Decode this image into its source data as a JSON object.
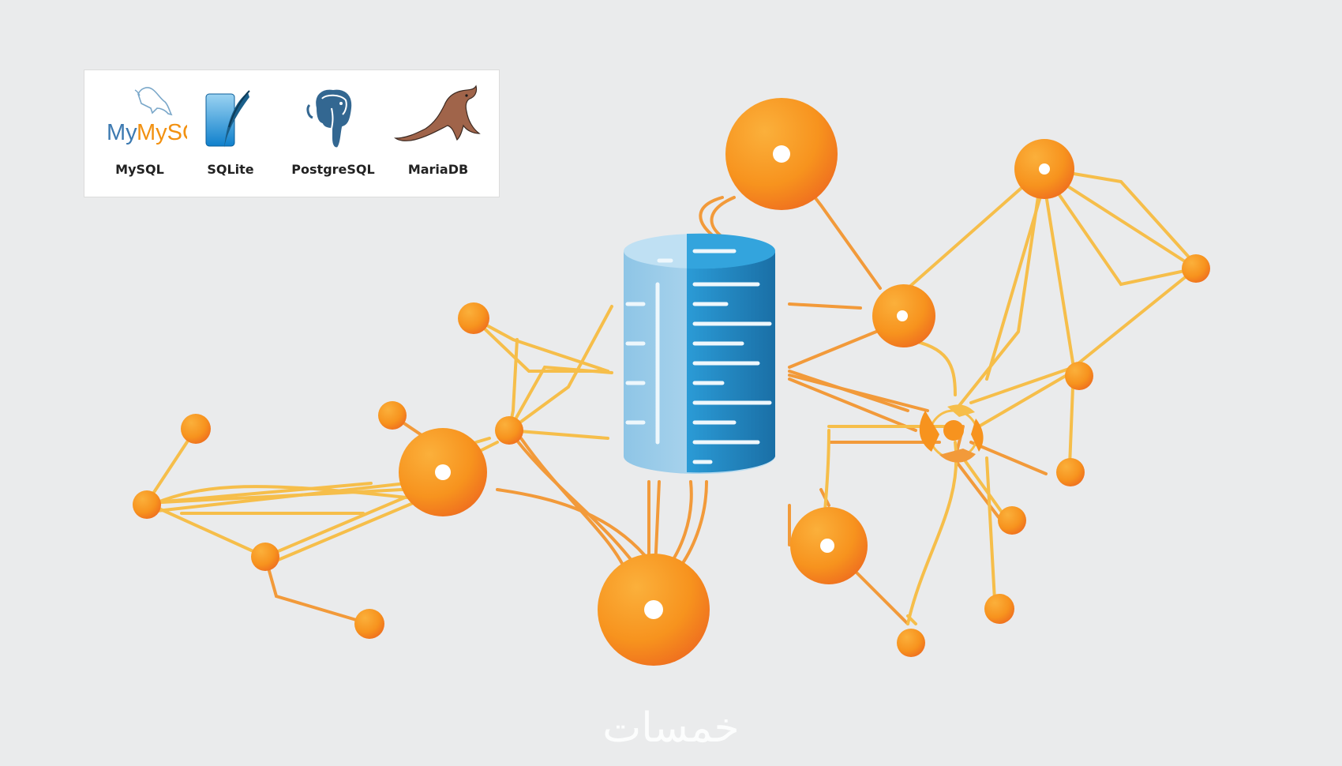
{
  "logos": [
    {
      "name": "MySQL",
      "icon": "mysql-dolphin-icon",
      "wordmark": "MySQL"
    },
    {
      "name": "SQLite",
      "icon": "sqlite-feather-icon"
    },
    {
      "name": "PostgreSQL",
      "icon": "postgresql-elephant-icon"
    },
    {
      "name": "MariaDB",
      "icon": "mariadb-seal-icon"
    }
  ],
  "watermark": "خمسات",
  "colors": {
    "background": "#eaebec",
    "node_orange": "#f7931e",
    "link_yellow": "#f6be4a",
    "database_blue": "#2a93cc",
    "database_light": "#a9d3ec"
  }
}
